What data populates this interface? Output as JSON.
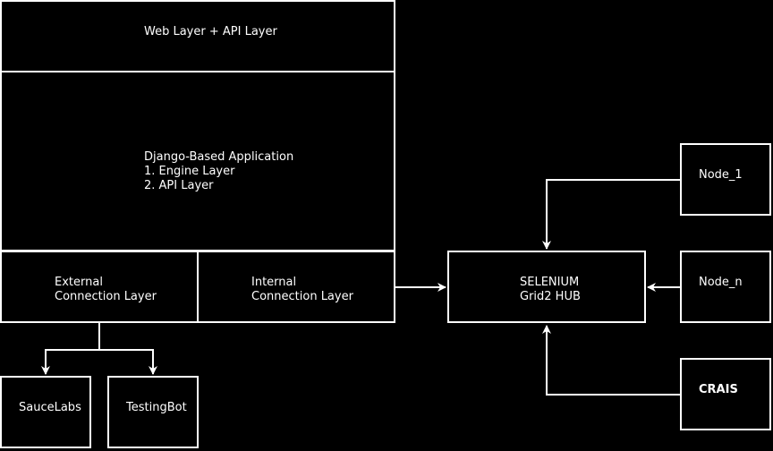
{
  "boxes": {
    "web_api": "Web Layer + API Layer",
    "django_title": "Django-Based Application",
    "django_line1": "1. Engine Layer",
    "django_line2": "2. API Layer",
    "external_line1": "External",
    "external_line2": "Connection Layer",
    "internal_line1": "Internal",
    "internal_line2": "Connection Layer",
    "saucelabs": "SauceLabs",
    "testingbot": "TestingBot",
    "hub_line1": "SELENIUM",
    "hub_line2": "Grid2 HUB",
    "node1": "Node_1",
    "noden": "Node_n",
    "crais": "CRAIS"
  },
  "colors": {
    "background": "#000000",
    "stroke": "#ffffff"
  }
}
